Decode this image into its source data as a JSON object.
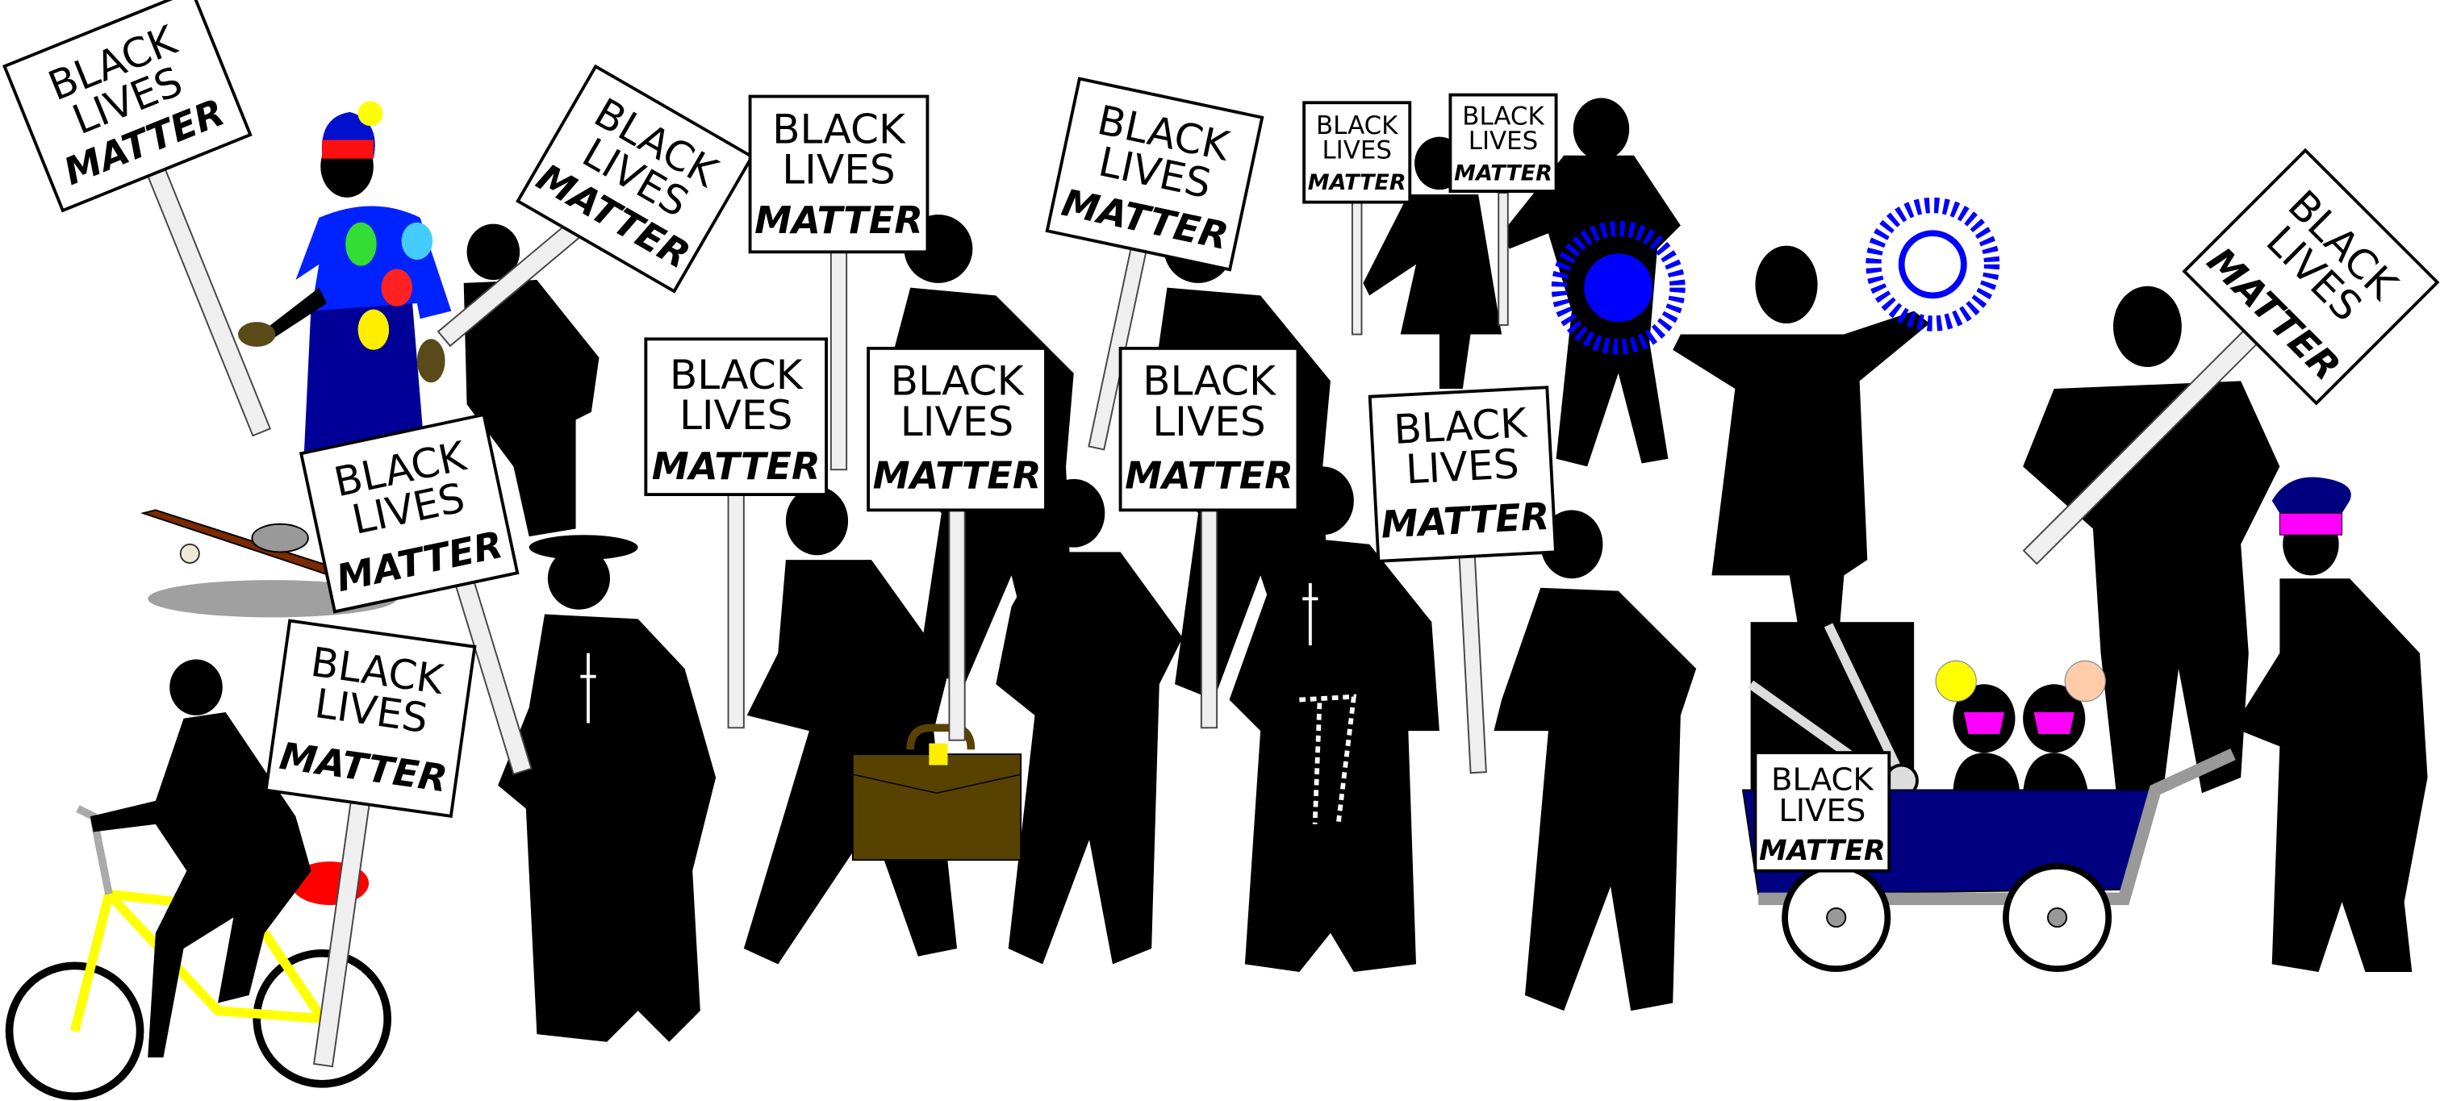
{
  "scene": {
    "description": "Clip-art illustration of a crowd of black silhouette protesters marching and holding protest signs",
    "background_color": "#ffffff",
    "silhouette_color": "#000000"
  },
  "sign_text": {
    "line1": "BLACK",
    "line2": "LIVES",
    "line3": "MATTER"
  },
  "signs": [
    {
      "id": "sign-top-left",
      "line1": "BLACK",
      "line2": "LIVES",
      "line3": "MATTER"
    },
    {
      "id": "sign-tilted-center-left",
      "line1": "BLACK",
      "line2": "LIVES",
      "line3": "MATTER"
    },
    {
      "id": "sign-top-center",
      "line1": "BLACK",
      "line2": "LIVES",
      "line3": "MATTER"
    },
    {
      "id": "sign-top-tilted-center",
      "line1": "BLACK",
      "line2": "LIVES",
      "line3": "MATTER"
    },
    {
      "id": "sign-small-1",
      "line1": "BLACK",
      "line2": "LIVES",
      "line3": "MATTER"
    },
    {
      "id": "sign-small-2",
      "line1": "BLACK",
      "line2": "LIVES",
      "line3": "MATTER"
    },
    {
      "id": "sign-mid-1",
      "line1": "BLACK",
      "line2": "LIVES",
      "line3": "MATTER"
    },
    {
      "id": "sign-mid-2",
      "line1": "BLACK",
      "line2": "LIVES",
      "line3": "MATTER"
    },
    {
      "id": "sign-mid-3",
      "line1": "BLACK",
      "line2": "LIVES",
      "line3": "MATTER"
    },
    {
      "id": "sign-mid-4",
      "line1": "BLACK",
      "line2": "LIVES",
      "line3": "MATTER"
    },
    {
      "id": "sign-skateboard",
      "line1": "BLACK",
      "line2": "LIVES",
      "line3": "MATTER"
    },
    {
      "id": "sign-bicycle",
      "line1": "BLACK",
      "line2": "LIVES",
      "line3": "MATTER"
    },
    {
      "id": "sign-wagon",
      "line1": "BLACK",
      "line2": "LIVES",
      "line3": "MATTER"
    },
    {
      "id": "sign-top-right",
      "line1": "BLACK",
      "line2": "LIVES",
      "line3": "MATTER"
    }
  ],
  "colors": {
    "shirt": "#0022ff",
    "pants": "#000099",
    "hat_red": "#ff1010",
    "hat_blue": "#0010cc",
    "pompom": "#ffff00",
    "glove": "#5a4a1a",
    "bike_frame": "#ffff00",
    "bike_seat": "#ff0000",
    "briefcase": "#574200",
    "briefcase_clasp": "#ffee00",
    "wagon": "#000080",
    "wagon_frame": "#999999",
    "pompom_blue": "#0000ff",
    "police_cap": "#000080",
    "police_band": "#ff00ff",
    "baby_pacifier": "#ff00ff",
    "flower_yellow": "#ffff00",
    "flower_peach": "#ffccaa",
    "skateboard": "#7a2a00"
  }
}
